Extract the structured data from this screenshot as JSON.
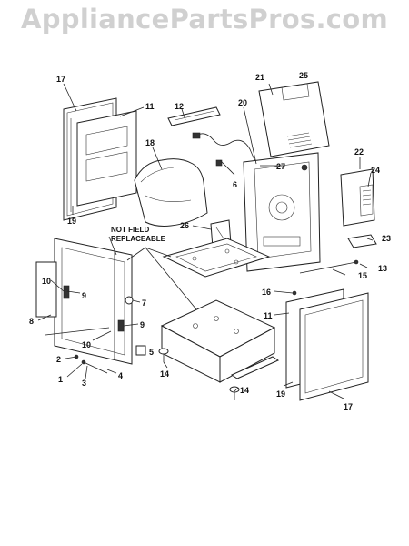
{
  "watermark": "AppliancePartsPros.com",
  "note": [
    "NOT FIELD",
    "REPLACEABLE"
  ],
  "callouts": {
    "c17a": "17",
    "c11a": "11",
    "c12": "12",
    "c18": "18",
    "c19a": "19",
    "c21": "21",
    "c25": "25",
    "c20": "20",
    "c27": "27",
    "c6": "6",
    "c22": "22",
    "c24": "24",
    "c26": "26",
    "c23": "23",
    "c13": "13",
    "c15": "15",
    "c16": "16",
    "c11b": "11",
    "c10a": "10",
    "c9a": "9",
    "c7": "7",
    "c8": "8",
    "c9b": "9",
    "c10b": "10",
    "c5": "5",
    "c2": "2",
    "c1": "1",
    "c3": "3",
    "c4": "4",
    "c14a": "14",
    "c14b": "14",
    "c19b": "19",
    "c17b": "17"
  }
}
